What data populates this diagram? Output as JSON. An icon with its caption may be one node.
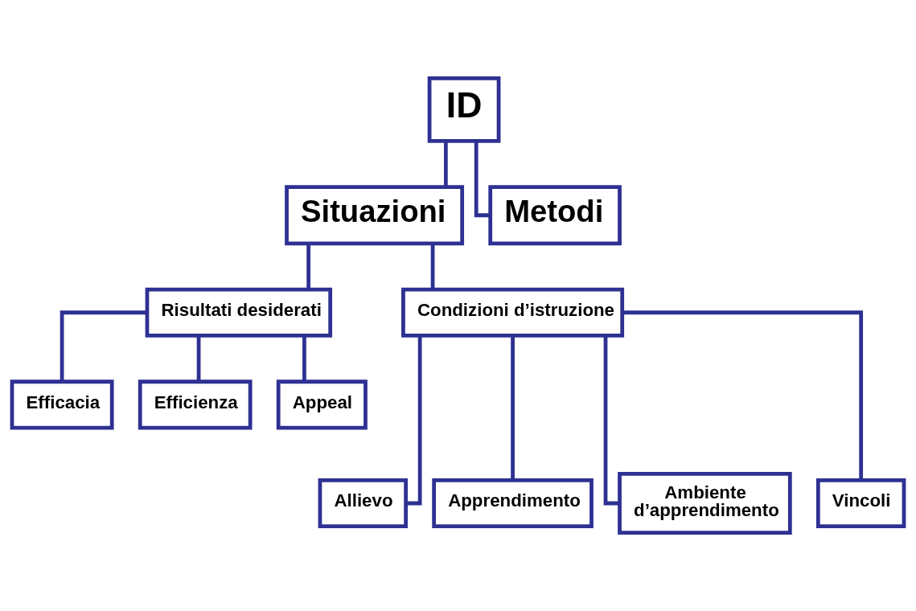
{
  "diagram": {
    "nodes": [
      {
        "text": [
          "ID"
        ]
      },
      {
        "text": [
          "Situazioni"
        ]
      },
      {
        "text": [
          "Metodi"
        ]
      },
      {
        "text": [
          "Risultati desiderati"
        ]
      },
      {
        "text": [
          "Condizioni d’istruzione"
        ]
      },
      {
        "text": [
          "Efficacia"
        ]
      },
      {
        "text": [
          "Efficienza"
        ]
      },
      {
        "text": [
          "Appeal"
        ]
      },
      {
        "text": [
          "Allievo"
        ]
      },
      {
        "text": [
          "Apprendimento"
        ]
      },
      {
        "text": [
          "Ambiente d’apprendimento"
        ]
      },
      {
        "text": [
          "Vincoli"
        ]
      }
    ],
    "edges": [
      {
        "from": 0,
        "to": 1,
        "arrow": "none"
      },
      {
        "from": 0,
        "to": 2,
        "arrow": "none"
      },
      {
        "from": 1,
        "to": 3,
        "arrow": "none"
      },
      {
        "from": 1,
        "to": 4,
        "arrow": "none"
      },
      {
        "from": 3,
        "to": 5,
        "arrow": "none"
      },
      {
        "from": 3,
        "to": 6,
        "arrow": "none"
      },
      {
        "from": 3,
        "to": 7,
        "arrow": "none"
      },
      {
        "from": 4,
        "to": 8,
        "arrow": "none"
      },
      {
        "from": 4,
        "to": 9,
        "arrow": "none"
      },
      {
        "from": 4,
        "to": 10,
        "arrow": "none"
      },
      {
        "from": 4,
        "to": 11,
        "arrow": "none"
      }
    ]
  }
}
